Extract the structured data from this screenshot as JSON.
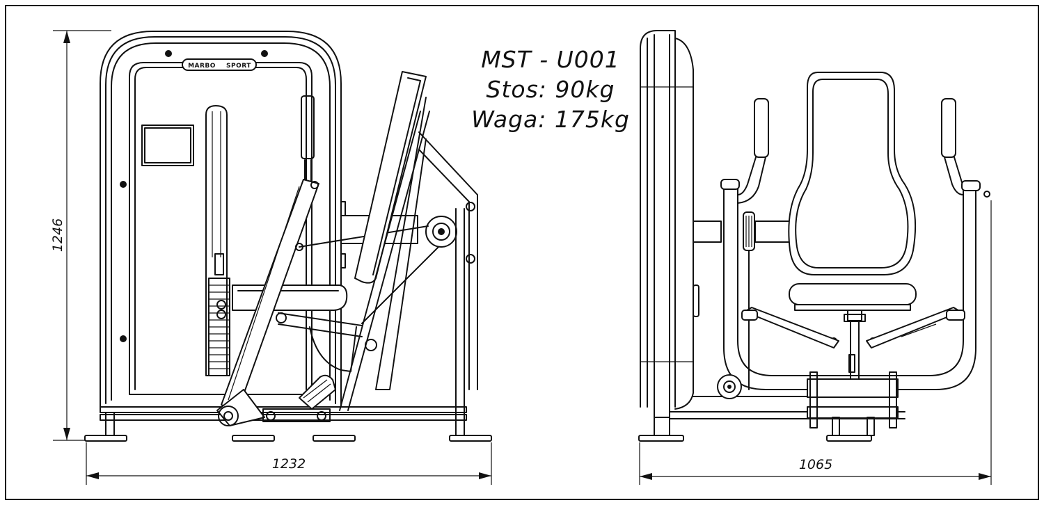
{
  "spec": {
    "model": "MST - U001",
    "stack": "Stos: 90kg",
    "weight": "Waga: 175kg"
  },
  "dimensions": {
    "height": "1246",
    "width_front": "1232",
    "width_side": "1065"
  },
  "logo": {
    "brand": "MARBO",
    "brand2": "SPORT"
  },
  "colors": {
    "line": "#111111",
    "background": "#ffffff"
  }
}
